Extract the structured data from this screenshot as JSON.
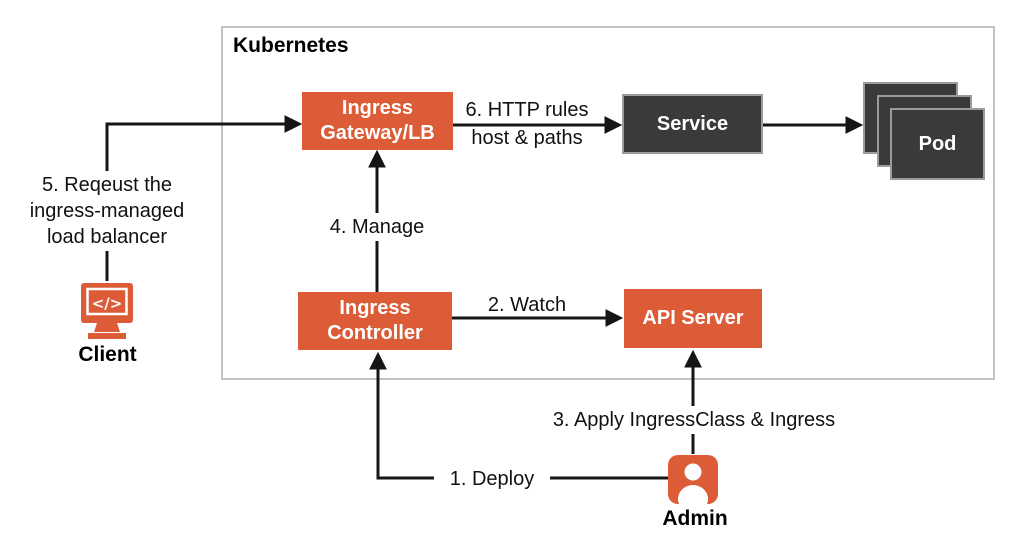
{
  "diagram": {
    "title": "Kubernetes",
    "nodes": {
      "ingress_gateway": {
        "label": "Ingress\nGateway/LB"
      },
      "ingress_controller": {
        "label": "Ingress\nController"
      },
      "api_server": {
        "label": "API Server"
      },
      "service": {
        "label": "Service"
      },
      "pod": {
        "label": "Pod"
      },
      "client": {
        "label": "Client"
      },
      "admin": {
        "label": "Admin"
      }
    },
    "steps": {
      "step1": "1. Deploy",
      "step2": "2. Watch",
      "step3": "3. Apply IngressClass & Ingress",
      "step4": "4. Manage",
      "step5": "5. Reqeust the\ningress-managed\nload balancer",
      "step6": "6. HTTP rules\nhost & paths"
    },
    "icons": {
      "client_glyph": "</>"
    },
    "colors": {
      "orange": "#dc5c38",
      "dark_gray": "#3a3a3a",
      "node_border_gray": "#9b9b9b",
      "container_border_gray": "#c2c2c2",
      "arrow_black": "#151515"
    }
  }
}
